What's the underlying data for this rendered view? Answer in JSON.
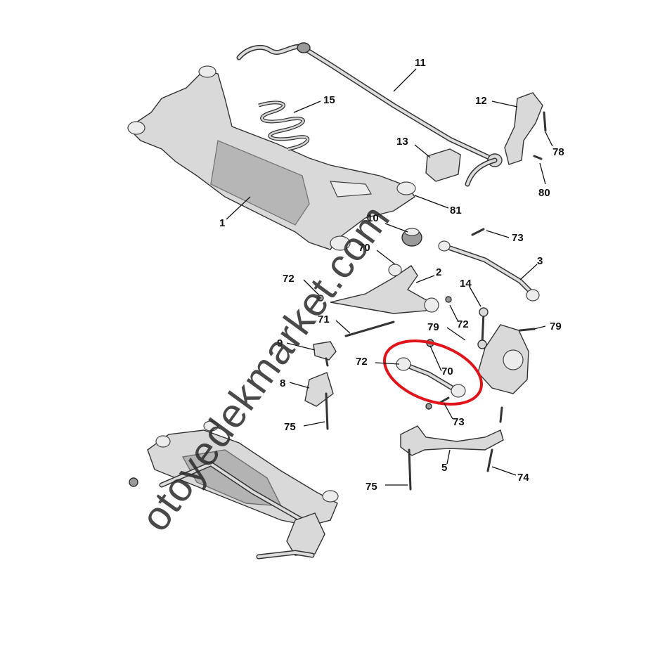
{
  "watermark": "otoyedekmarket.com",
  "highlight_color": "#e0151b",
  "callouts": [
    {
      "id": "c11",
      "text": "11"
    },
    {
      "id": "c15",
      "text": "15"
    },
    {
      "id": "c12",
      "text": "12"
    },
    {
      "id": "c13",
      "text": "13"
    },
    {
      "id": "c78",
      "text": "78"
    },
    {
      "id": "c80",
      "text": "80"
    },
    {
      "id": "c81",
      "text": "81"
    },
    {
      "id": "c1",
      "text": "1"
    },
    {
      "id": "c10",
      "text": "10"
    },
    {
      "id": "c73a",
      "text": "73"
    },
    {
      "id": "c70a",
      "text": "70"
    },
    {
      "id": "c3",
      "text": "3"
    },
    {
      "id": "c2",
      "text": "2"
    },
    {
      "id": "c72a",
      "text": "72"
    },
    {
      "id": "c14",
      "text": "14"
    },
    {
      "id": "c71",
      "text": "71"
    },
    {
      "id": "c72b",
      "text": "72"
    },
    {
      "id": "c79a",
      "text": "79"
    },
    {
      "id": "c79b",
      "text": "79"
    },
    {
      "id": "c9",
      "text": "9"
    },
    {
      "id": "c72c",
      "text": "72"
    },
    {
      "id": "c70b",
      "text": "70"
    },
    {
      "id": "c8",
      "text": "8"
    },
    {
      "id": "c73b",
      "text": "73"
    },
    {
      "id": "c75a",
      "text": "75"
    },
    {
      "id": "c5",
      "text": "5"
    },
    {
      "id": "c74",
      "text": "74"
    },
    {
      "id": "c75b",
      "text": "75"
    }
  ]
}
